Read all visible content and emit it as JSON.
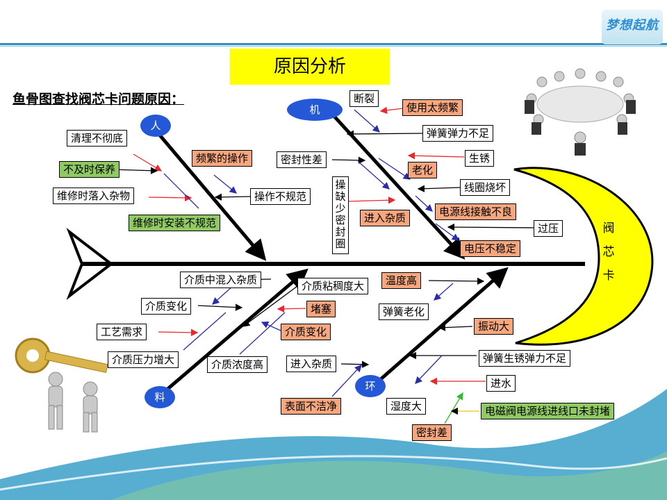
{
  "title": "原因分析",
  "subtitle": "鱼骨图查找阀芯卡问题原因：",
  "logo_text": "梦想起航",
  "head_label": [
    "阀",
    "芯",
    "卡"
  ],
  "categories": {
    "ren": "人",
    "ji": "机",
    "liao": "料",
    "huan": "环"
  },
  "causes": {
    "qingli": "清理不彻底",
    "bujishi": "不及时保养",
    "weixiu_zawu": "维修时落入杂物",
    "pinfan": "频繁的操作",
    "caozuo": "操作不规范",
    "anzhuang": "维修时安装不规范",
    "duanlie": "断裂",
    "shiyong": "使用太频繁",
    "tanhuang": "弹簧弹力不足",
    "mifeng": "密封性差",
    "shengxiu": "生锈",
    "laohua": "老化",
    "caoque": "操缺少密封圈",
    "xianquan": "线圈烧坏",
    "jinru_ji": "进入杂质",
    "dianyuanxian": "电源线接触不良",
    "guoya": "过压",
    "dianya": "电压不稳定",
    "hunru": "介质中混入杂质",
    "nianchou": "介质粘稠度大",
    "bianhua1": "介质变化",
    "dusai": "堵塞",
    "gongyi": "工艺需求",
    "bianhua2": "介质变化",
    "yali": "介质压力增大",
    "nongdu": "介质浓度高",
    "wendu": "温度高",
    "tanhuang_laohua": "弹簧老化",
    "zhendong": "振动大",
    "jinru_huan": "进入杂质",
    "shengxiu_buzu": "弹簧生锈弹力不足",
    "jinshui": "进水",
    "biaomian": "表面不洁净",
    "shidu": "湿度大",
    "diancifa": "电磁阀电源线进线口未封堵",
    "mifengcha": "密封差"
  },
  "colors": {
    "orange_box": "#f7a77d",
    "green_box": "#8fcb62",
    "category_circle": "#2458d6",
    "head": "#ffff00",
    "title_bg": "#ffff00"
  }
}
